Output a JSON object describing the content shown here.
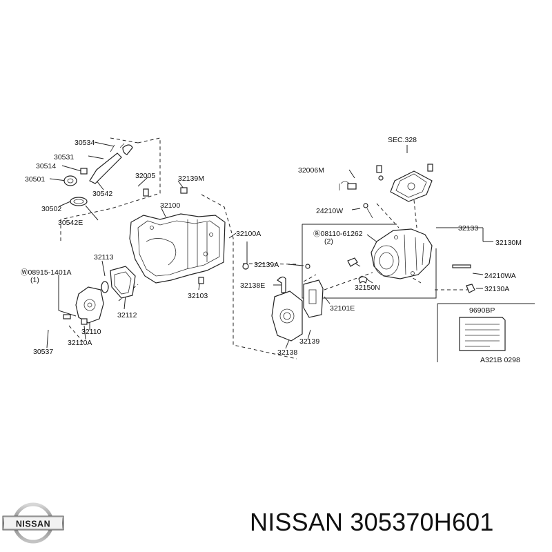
{
  "diagram": {
    "labels": {
      "p30534": "30534",
      "p30531": "30531",
      "p30514": "30514",
      "p30501": "30501",
      "p30542": "30542",
      "p30502": "30502",
      "p30542E": "30542E",
      "p32005": "32005",
      "p32139M": "32139M",
      "p32100": "32100",
      "p32100A": "32100A",
      "p32113": "32113",
      "p08915": "Ⓦ08915-1401A",
      "p08915qty": "(1)",
      "p32112": "32112",
      "p32110": "32110",
      "p32110A": "32110A",
      "p30537": "30537",
      "p32103": "32103",
      "p32139A": "32139A",
      "p32138E": "32138E",
      "p32138": "32138",
      "p32139": "32139",
      "p32101E": "32101E",
      "pSEC328": "SEC.328",
      "p32006M": "32006M",
      "p24210W": "24210W",
      "p08110": "Ⓑ08110-61262",
      "p08110qty": "(2)",
      "p32133": "32133",
      "p32130M": "32130M",
      "p32150N": "32150N",
      "p24210WA": "24210WA",
      "p32130A": "32130A",
      "p99090BP": "9690BP",
      "drawingRef": "A321B 0298"
    }
  },
  "brand": {
    "logo_text": "NISSAN",
    "part_title": "NISSAN 305370H601"
  }
}
